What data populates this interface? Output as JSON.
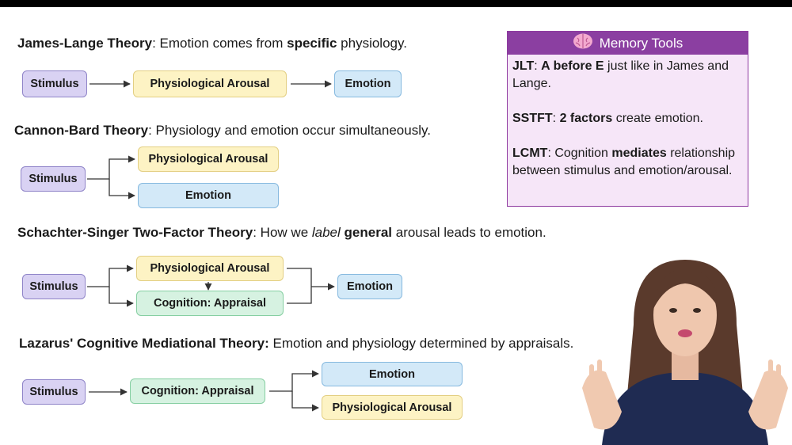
{
  "theories": [
    {
      "title": "James-Lange Theory",
      "desc": ": Emotion comes from ",
      "emph": "specific",
      "desc2": " physiology.",
      "boxes": [
        "Stimulus",
        "Physiological Arousal",
        "Emotion"
      ]
    },
    {
      "title": "Cannon-Bard Theory",
      "desc": ": Physiology and emotion occur simultaneously.",
      "boxes": [
        "Stimulus",
        "Physiological Arousal",
        "Emotion"
      ]
    },
    {
      "title": "Schachter-Singer Two-Factor Theory",
      "desc": ": How we ",
      "emph_italic": "label",
      "emph_bold": "general",
      "desc2": " arousal leads to emotion.",
      "boxes": [
        "Stimulus",
        "Physiological Arousal",
        "Cognition: Appraisal",
        "Emotion"
      ]
    },
    {
      "title": "Lazarus' Cognitive Mediational Theory:",
      "desc": " Emotion and physiology determined by appraisals.",
      "boxes": [
        "Stimulus",
        "Cognition: Appraisal",
        "Emotion",
        "Physiological Arousal"
      ]
    }
  ],
  "memory_tools": {
    "title": "Memory Tools",
    "icon": "brain-icon",
    "items": [
      {
        "abbr": "JLT",
        "sep": ": ",
        "bold": "A before E",
        "rest": " just like in James and Lange."
      },
      {
        "abbr": "SSTFT",
        "sep": ": ",
        "bold": "2 factors",
        "rest": " create emotion."
      },
      {
        "abbr": "LCMT",
        "sep": ": Cognition ",
        "bold": "mediates",
        "rest": " relationship between stimulus and emotion/arousal."
      }
    ]
  },
  "colors": {
    "memory_header": "#8b3fa1",
    "stimulus": "#d9d2f3",
    "arousal": "#fdf3c4",
    "emotion": "#d3e9f8",
    "appraisal": "#d6f2e1"
  }
}
